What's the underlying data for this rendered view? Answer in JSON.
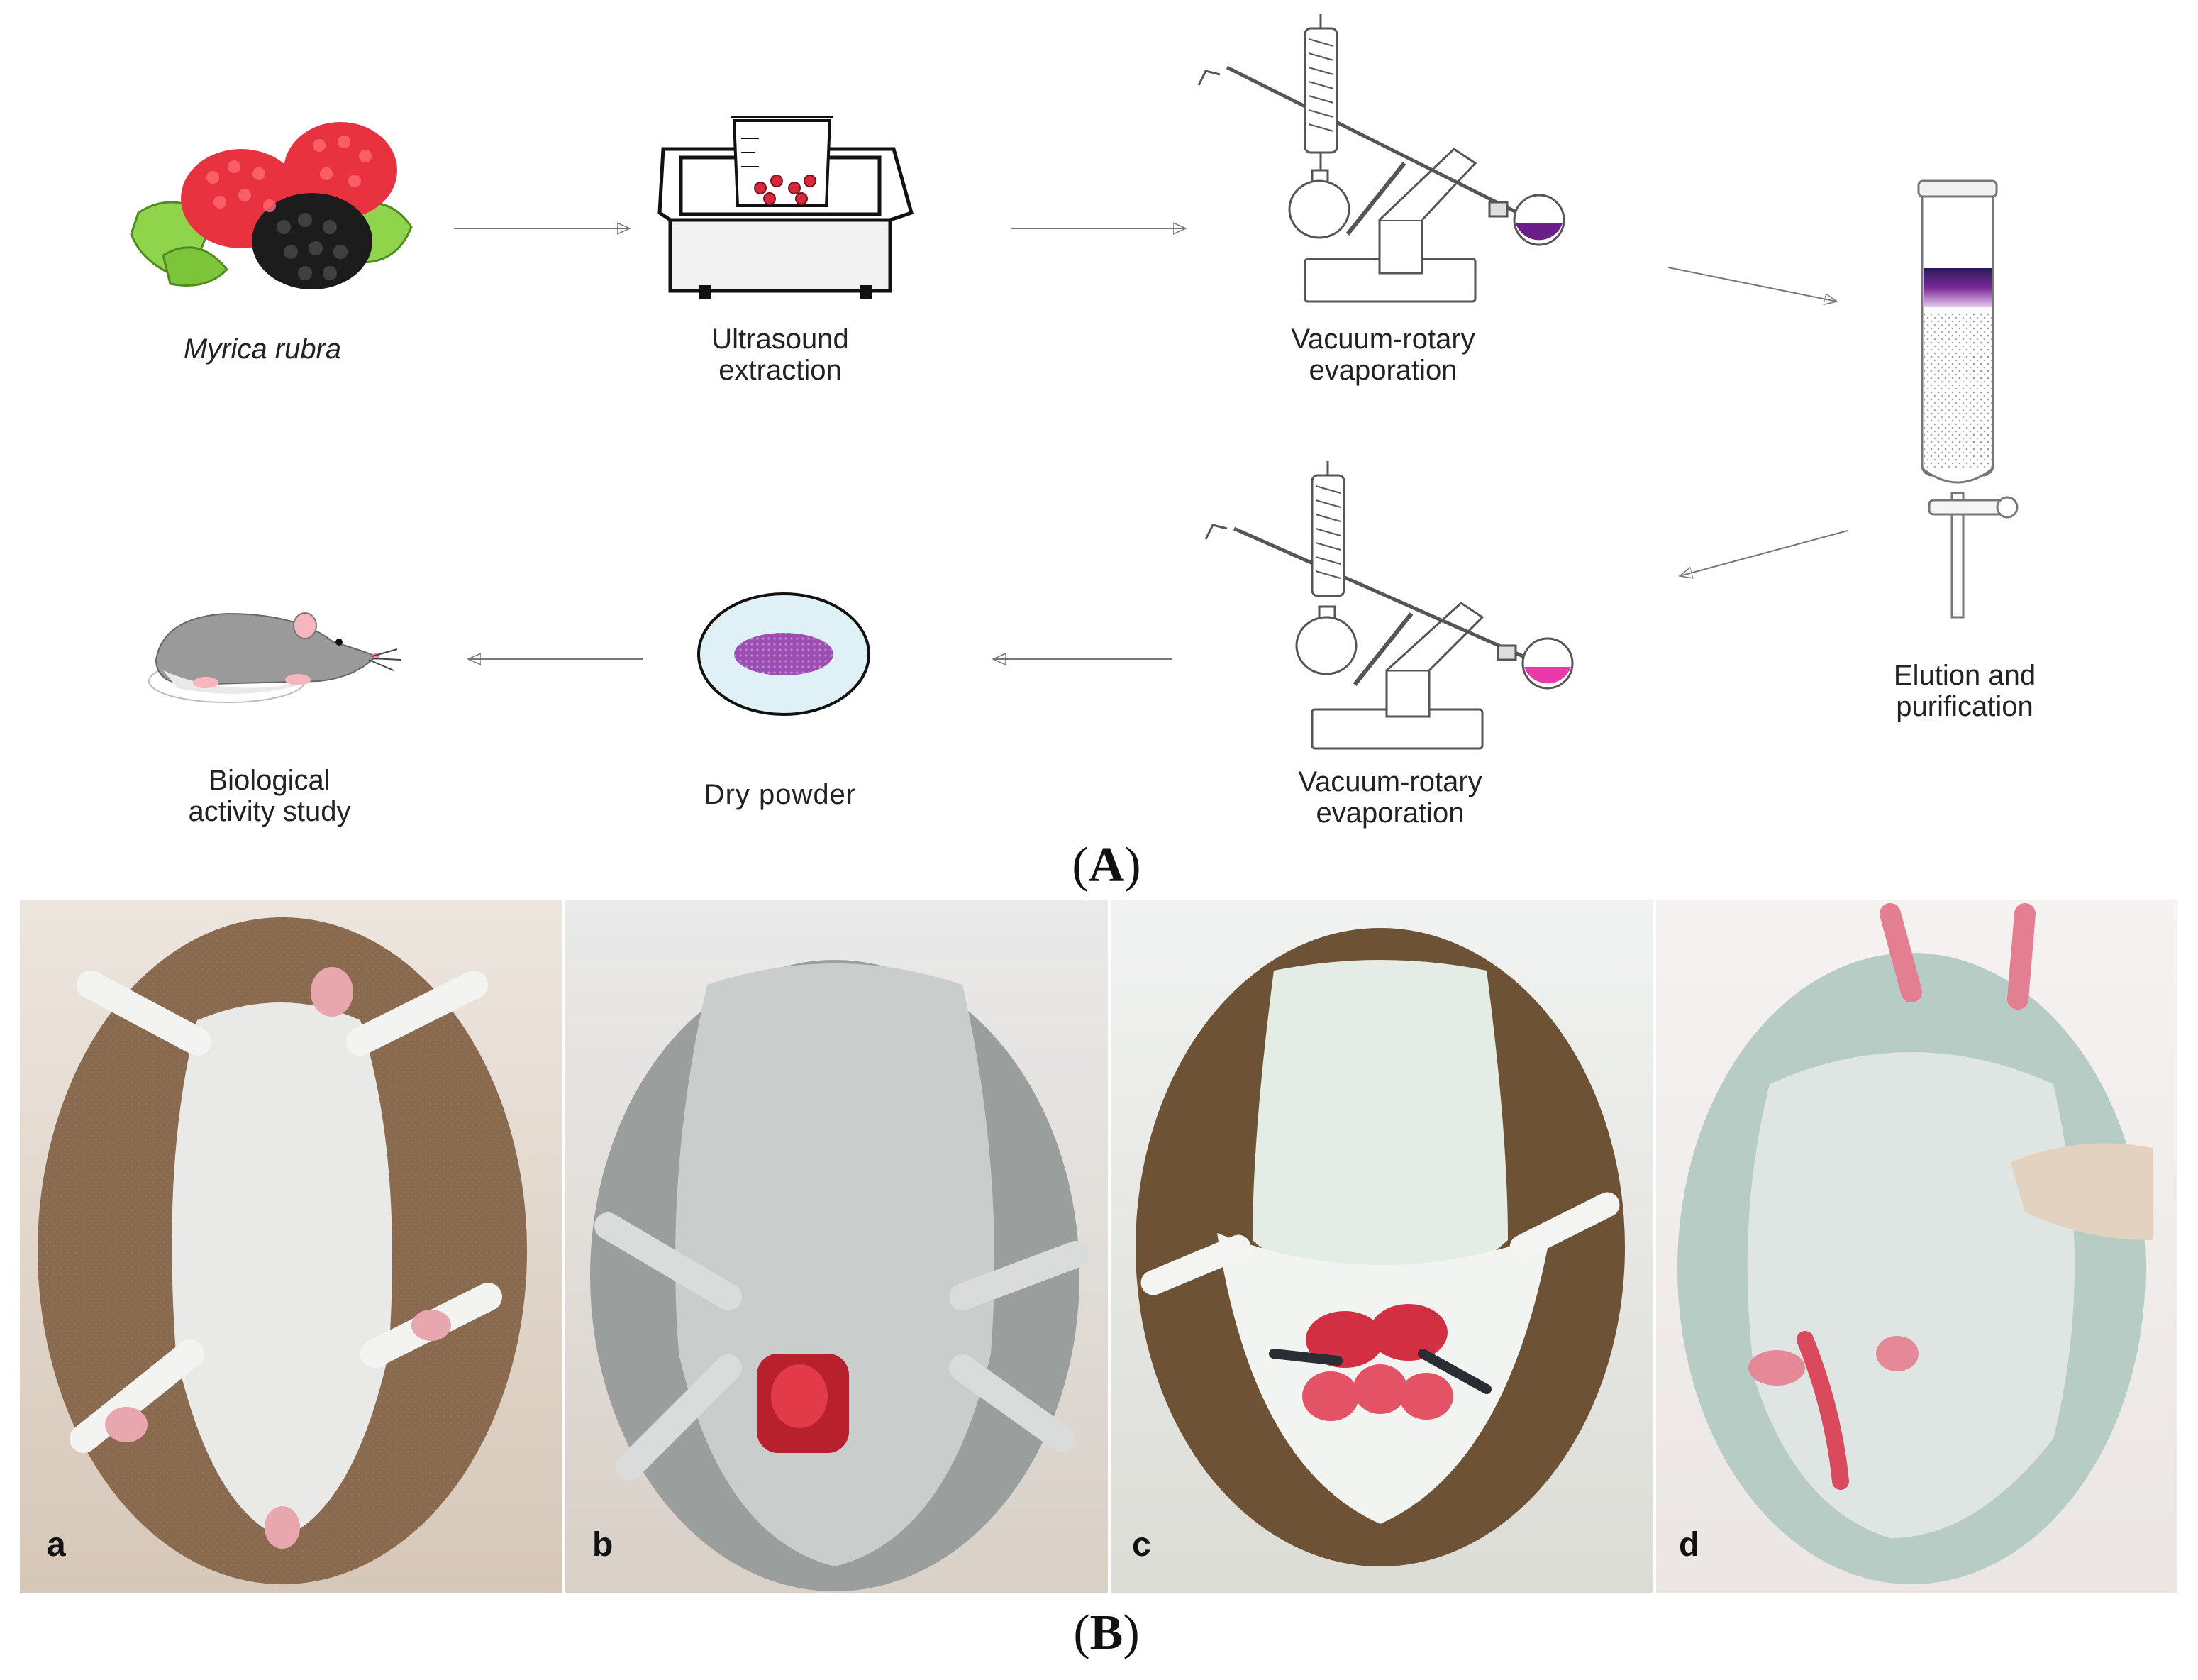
{
  "panel_A": {
    "caption_open": "(",
    "caption_letter": "A",
    "caption_close": ")",
    "steps": {
      "myrica": "Myrica  rubra",
      "ultrasound_1": "Ultrasound",
      "ultrasound_2": "extraction",
      "evap1_1": "Vacuum-rotary",
      "evap1_2": "evaporation",
      "elution_1": "Elution and",
      "elution_2": "purification",
      "evap2_1": "Vacuum-rotary",
      "evap2_2": "evaporation",
      "powder": "Dry powder",
      "bio_1": "Biological",
      "bio_2": "activity study"
    }
  },
  "panel_B": {
    "caption_open": "(",
    "caption_letter": "B",
    "caption_close": ")",
    "photos": [
      {
        "letter": "a"
      },
      {
        "letter": "b"
      },
      {
        "letter": "c"
      },
      {
        "letter": "d"
      }
    ]
  },
  "colors": {
    "berry_red": "#e8323f",
    "berry_black": "#1c1c1c",
    "leaf_green": "#8fd44a",
    "purple_solution": "#7a2a96",
    "pink_solution": "#e83aa8",
    "powder_purple": "#9b4fb3",
    "dish_blue": "#dff1f6"
  }
}
